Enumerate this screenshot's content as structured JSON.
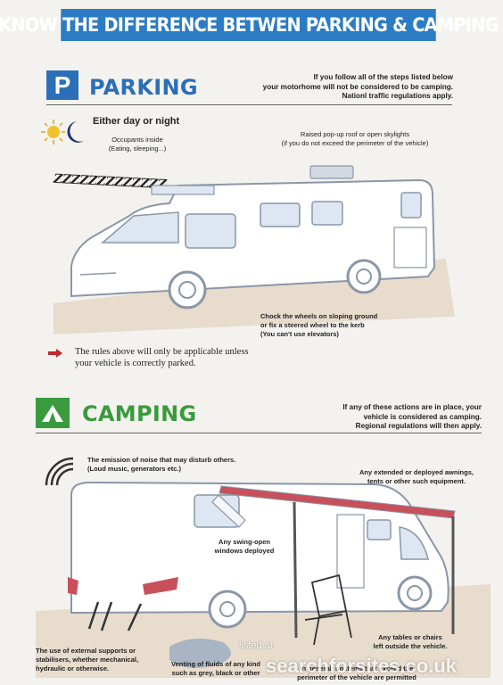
{
  "banner": {
    "title": "KNOW THE DIFFERENCE BETWEN PARKING & CAMPING"
  },
  "parking": {
    "badge": "P",
    "title": "PARKING",
    "intro": [
      "If you follow all of the steps listed below",
      "your motorhome will not be considered to be camping.",
      "Nationl traffic regulations apply."
    ],
    "day_night": "Either day or night",
    "occupants": [
      "Occupants inside",
      "(Eating, sleeping...)"
    ],
    "snore": "ZZZZZZZZZZZZZ",
    "roof": [
      "Raised pop-up roof or open skylights",
      "(if you do not exceed the perimeter of the vehicle)"
    ],
    "chock": [
      "Chock the wheels on sloping ground",
      "or fix a steered wheel to the kerb",
      "(You can't use elevators)"
    ],
    "rules_note": [
      "The rules above will only be applicable unless",
      "your vehicle is correctly parked."
    ]
  },
  "camping": {
    "title": "CAMPING",
    "intro": [
      "If any of these actions are in place, your",
      "vehicle is considered as camping.",
      "Regional regulations will then apply."
    ],
    "noise": [
      "The emission of noise that may disturb others.",
      "(Loud music, generators etc.)"
    ],
    "awnings": [
      "Any extended or deployed awnings,",
      "tents or other such equipment."
    ],
    "windows": [
      "Any swing-open",
      "windows deployed"
    ],
    "supports": [
      "The use of external supports or",
      "stabilisers, whether mechanical,",
      "hydraulic or otherwise."
    ],
    "fluids": [
      "Venting of fluids of any kind",
      "such as grey, black or other"
    ],
    "tables": [
      "Any tables or chairs",
      "left outside the vehicle."
    ],
    "perimeter": [
      "In general, no items that exceed the",
      "perimeter of the vehicle are permitted"
    ]
  },
  "watermark": {
    "listed": "listed at",
    "site": "searchforsites.co.uk"
  },
  "colors": {
    "parking_blue": "#2b6fb8",
    "camping_green": "#3a9a3e",
    "banner_blue": "#2b7cc4",
    "arrow_red": "#c0282d",
    "awning_red": "#c8505a"
  }
}
